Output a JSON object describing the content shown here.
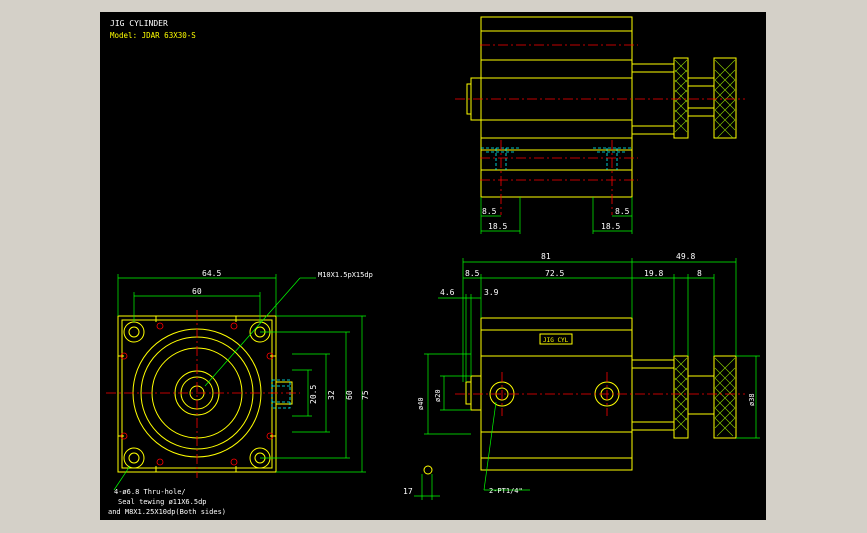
{
  "title": "JIG CYLINDER",
  "model": "Model: JDAR 63X30-S",
  "colors": {
    "window": "#d4d0c8",
    "background": "#000000",
    "outline": "#ffff00",
    "dimension": "#00ff00",
    "centerline": "#ff0000",
    "hidden": "#00ffff",
    "text": "#ffffff",
    "hatch": "#88cc00"
  },
  "dims": {
    "d1": "8.5",
    "d2": "18.5",
    "d3": "8.5",
    "d4": "18.5",
    "d5": "64.5",
    "d6": "60",
    "d7": "M10X1.5pX15dp",
    "d8": "20.5",
    "d9": "32",
    "d10": "60",
    "d11": "75",
    "d12": "81",
    "d13": "49.8",
    "d14": "8.5",
    "d15": "72.5",
    "d16": "19.8",
    "d17": "8",
    "d18": "4.6",
    "d19": "3.9",
    "d20": "ø40",
    "d21": "ø20",
    "d22": "ø38",
    "d23": "17",
    "d24": "2-PT1/4\""
  },
  "notes": {
    "line1": "4-ø6.8 Thru-hole/",
    "line2": "Seal tewing ø11X6.5dp",
    "line3": "and M8X1.25X10dp(Both sides)"
  },
  "label_plate": "JIG CYL"
}
